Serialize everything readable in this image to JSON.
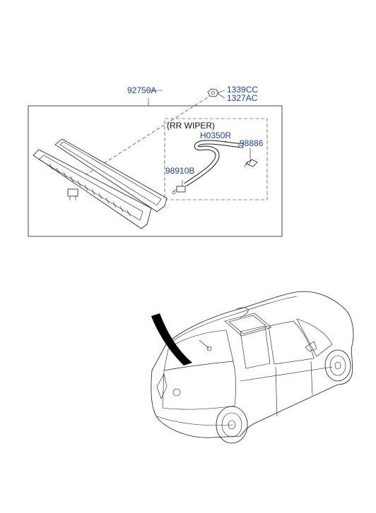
{
  "diagram": {
    "assembly_label": "92750A",
    "group_label": "(RR WIPER)",
    "parts": {
      "nut_1": "1339CC",
      "nut_2": "1327AC",
      "hose": "H0350R",
      "nozzle": "98886",
      "connector": "98910B"
    }
  },
  "colors": {
    "label_blue": "#1a3fa8",
    "line": "#1a1a1a",
    "highlight": "#000000"
  }
}
